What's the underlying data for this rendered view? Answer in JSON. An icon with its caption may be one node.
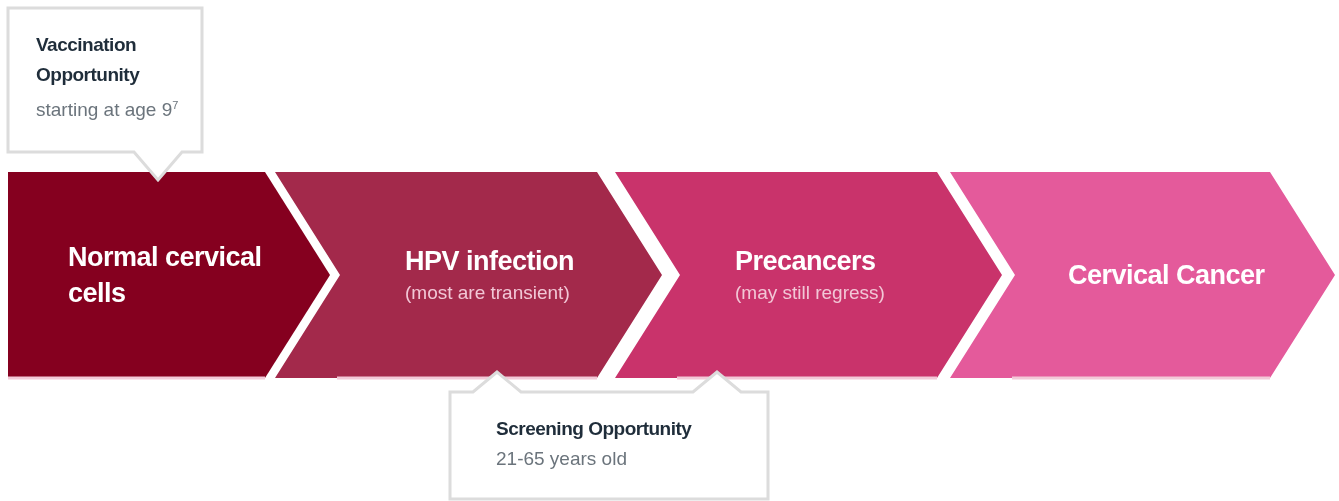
{
  "diagram": {
    "nodes": [
      {
        "text": [
          "Vaccination Opportunity",
          "starting at age 9$^{7}$"
        ]
      },
      {
        "text": [
          "Normal cervical cells"
        ]
      },
      {
        "text": [
          "HPV infection",
          "(most are transient)"
        ]
      },
      {
        "text": [
          "Precancers",
          "(may still regress)"
        ]
      },
      {
        "text": [
          "Cervical Cancer"
        ]
      },
      {
        "text": [
          "Screening Opportunity",
          "21-65 years old"
        ]
      }
    ]
  }
}
